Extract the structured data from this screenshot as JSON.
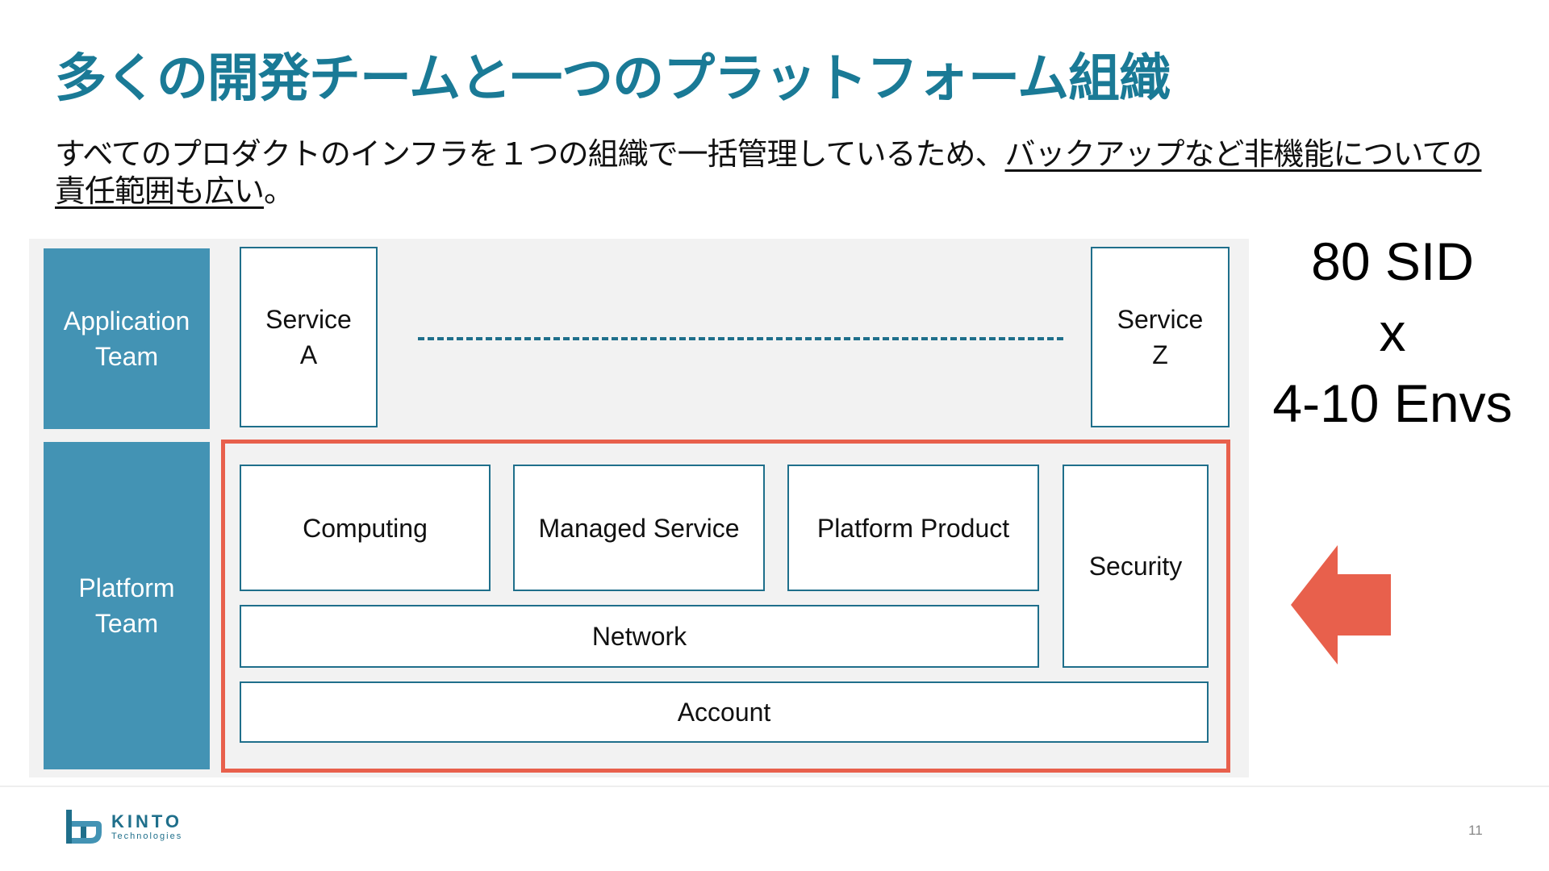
{
  "slide": {
    "title": "多くの開発チームと一つのプラットフォーム組織",
    "subtitle_plain": "すべてのプロダクトのインフラを１つの組織で一括管理しているため、",
    "subtitle_underlined": "バックアップなど非機能についての責任範囲も広い",
    "subtitle_end": "。",
    "page_number": "11"
  },
  "diagram": {
    "application_team": {
      "line1": "Application",
      "line2": "Team"
    },
    "platform_team": {
      "line1": "Platform",
      "line2": "Team"
    },
    "service_a": {
      "line1": "Service",
      "line2": "A"
    },
    "service_z": {
      "line1": "Service",
      "line2": "Z"
    },
    "components": {
      "computing": "Computing",
      "managed_service": "Managed Service",
      "platform_product": "Platform Product",
      "security": "Security",
      "network": "Network",
      "account": "Account"
    }
  },
  "scale": {
    "line1": "80 SID",
    "line2": "x",
    "line3": "4-10 Envs"
  },
  "logo": {
    "name": "KINTO",
    "sub": "Technologies"
  },
  "colors": {
    "title": "#1a7a96",
    "team_fill": "#4393b4",
    "box_border": "#1f6f8b",
    "highlight": "#e8604c",
    "diagram_bg": "#f2f2f2"
  }
}
